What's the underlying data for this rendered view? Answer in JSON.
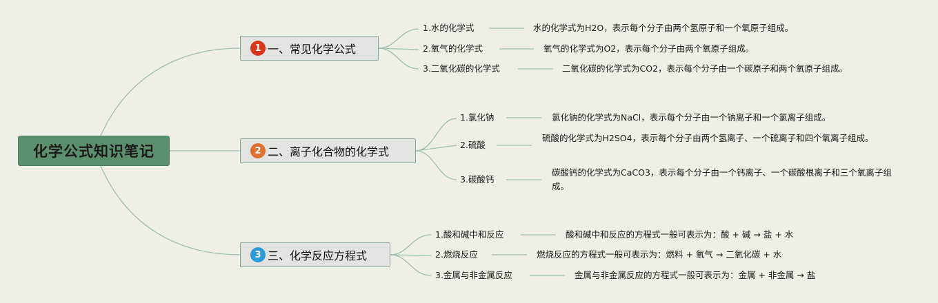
{
  "root": {
    "title": "化学公式知识笔记"
  },
  "colors": {
    "root_bg": "#5b8f6e",
    "line": "#9dbfae",
    "badge1": "#d9361f",
    "badge2": "#e07030",
    "badge3": "#2b9ad8"
  },
  "branches": [
    {
      "num": "1",
      "label": "一、常见化学公式",
      "leaves": [
        {
          "label": "1.水的化学式",
          "desc": "水的化学式为H2O，表示每个分子由两个氢原子和一个氧原子组成。"
        },
        {
          "label": "2.氧气的化学式",
          "desc": "氧气的化学式为O2，表示每个分子由两个氧原子组成。"
        },
        {
          "label": "3.二氧化碳的化学式",
          "desc": "二氧化碳的化学式为CO2，表示每个分子由一个碳原子和两个氧原子组成。"
        }
      ]
    },
    {
      "num": "2",
      "label": "二、离子化合物的化学式",
      "leaves": [
        {
          "label": "1.氯化钠",
          "desc": "氯化钠的化学式为NaCl，表示每个分子由一个钠离子和一个氯离子组成。"
        },
        {
          "label": "2.硫酸",
          "desc": "硫酸的化学式为H2SO4，表示每个分子由两个氢离子、一个硫离子和四个氧离子组成。"
        },
        {
          "label": "3.碳酸钙",
          "desc": "碳酸钙的化学式为CaCO3，表示每个分子由一个钙离子、一个碳酸根离子和三个氧离子组成。"
        }
      ]
    },
    {
      "num": "3",
      "label": "三、化学反应方程式",
      "leaves": [
        {
          "label": "1.酸和碱中和反应",
          "desc": "酸和碱中和反应的方程式一般可表示为：酸 + 碱 → 盐 + 水"
        },
        {
          "label": "2.燃烧反应",
          "desc": "燃烧反应的方程式一般可表示为：燃料 + 氧气 → 二氧化碳 + 水"
        },
        {
          "label": "3.金属与非金属反应",
          "desc": "金属与非金属反应的方程式一般可表示为：金属 + 非金属 → 盐"
        }
      ]
    }
  ]
}
